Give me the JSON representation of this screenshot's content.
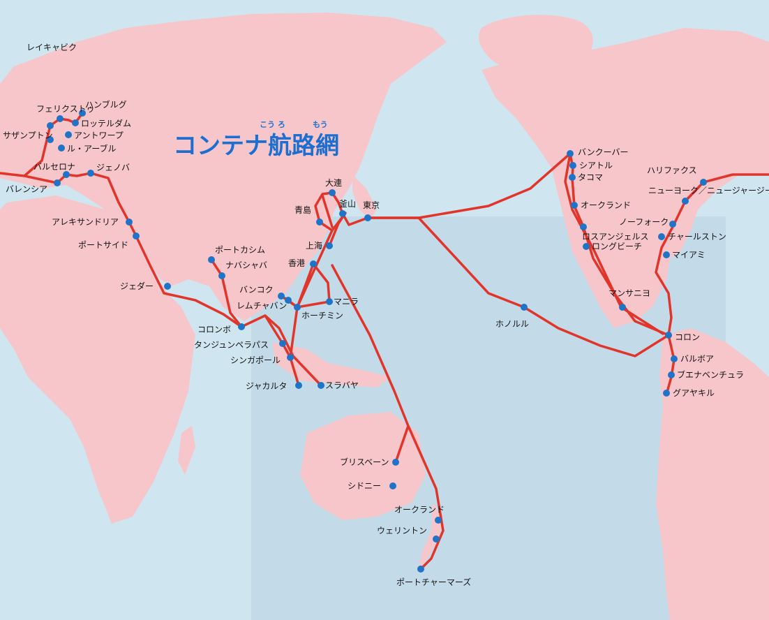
{
  "title": {
    "main": "コンテナ航路網",
    "ruby_koro": "こう ろ",
    "ruby_mou": "もう"
  },
  "colors": {
    "sea": "#cfe6f0",
    "land": "#f6c6cb",
    "route": "#e1342a",
    "port": "#1f74c8",
    "title": "#1c6fd1"
  },
  "ports": [
    {
      "id": "reykjavik",
      "label": "レイキャビク"
    },
    {
      "id": "felixstowe",
      "label": "フェリクストゥ"
    },
    {
      "id": "hamburg",
      "label": "ハンブルグ"
    },
    {
      "id": "rotterdam",
      "label": "ロッテルダム"
    },
    {
      "id": "southampton",
      "label": "サザンプトン"
    },
    {
      "id": "antwerp",
      "label": "アントワープ"
    },
    {
      "id": "lehavre",
      "label": "ル・アーブル"
    },
    {
      "id": "barcelona",
      "label": "バルセロナ"
    },
    {
      "id": "genoa",
      "label": "ジェノバ"
    },
    {
      "id": "valencia",
      "label": "バレンシア"
    },
    {
      "id": "alexandria",
      "label": "アレキサンドリア"
    },
    {
      "id": "portsaid",
      "label": "ポートサイド"
    },
    {
      "id": "jeddah",
      "label": "ジェダー"
    },
    {
      "id": "portqasim",
      "label": "ポートカシム"
    },
    {
      "id": "nhavasheva",
      "label": "ナバシャバ"
    },
    {
      "id": "colombo",
      "label": "コロンボ"
    },
    {
      "id": "tanjungpelepas",
      "label": "タンジュンペラパス"
    },
    {
      "id": "singapore",
      "label": "シンガポール"
    },
    {
      "id": "jakarta",
      "label": "ジャカルタ"
    },
    {
      "id": "surabaya",
      "label": "スラバヤ"
    },
    {
      "id": "bangkok",
      "label": "バンコク"
    },
    {
      "id": "laemchabang",
      "label": "レムチャバン"
    },
    {
      "id": "hochiminh",
      "label": "ホーチミン"
    },
    {
      "id": "manila",
      "label": "マニラ"
    },
    {
      "id": "hongkong",
      "label": "香港"
    },
    {
      "id": "shanghai",
      "label": "上海"
    },
    {
      "id": "qingdao",
      "label": "青島"
    },
    {
      "id": "dalian",
      "label": "大連"
    },
    {
      "id": "busan",
      "label": "釜山"
    },
    {
      "id": "tokyo",
      "label": "東京"
    },
    {
      "id": "honolulu",
      "label": "ホノルル"
    },
    {
      "id": "vancouver",
      "label": "バンクーバー"
    },
    {
      "id": "seattle",
      "label": "シアトル"
    },
    {
      "id": "tacoma",
      "label": "タコマ"
    },
    {
      "id": "oakland_us",
      "label": "オークランド"
    },
    {
      "id": "losangeles",
      "label": "ロスアンジェルス"
    },
    {
      "id": "longbeach",
      "label": "ロングビーチ"
    },
    {
      "id": "manzanillo",
      "label": "マンサニヨ"
    },
    {
      "id": "halifax",
      "label": "ハリファクス"
    },
    {
      "id": "newyork",
      "label": "ニューヨーク／ニュージャージー"
    },
    {
      "id": "norfolk",
      "label": "ノーフォーク"
    },
    {
      "id": "charleston",
      "label": "チャールストン"
    },
    {
      "id": "miami",
      "label": "マイアミ"
    },
    {
      "id": "colon",
      "label": "コロン"
    },
    {
      "id": "balboa",
      "label": "バルボア"
    },
    {
      "id": "buenaventura",
      "label": "ブエナベンチュラ"
    },
    {
      "id": "guayaquil",
      "label": "グアヤキル"
    },
    {
      "id": "brisbane",
      "label": "ブリスベーン"
    },
    {
      "id": "sydney",
      "label": "シドニー"
    },
    {
      "id": "auckland_nz",
      "label": "オークランド"
    },
    {
      "id": "wellington",
      "label": "ウェリントン"
    },
    {
      "id": "portchalmers",
      "label": "ポートチャーマーズ"
    }
  ]
}
